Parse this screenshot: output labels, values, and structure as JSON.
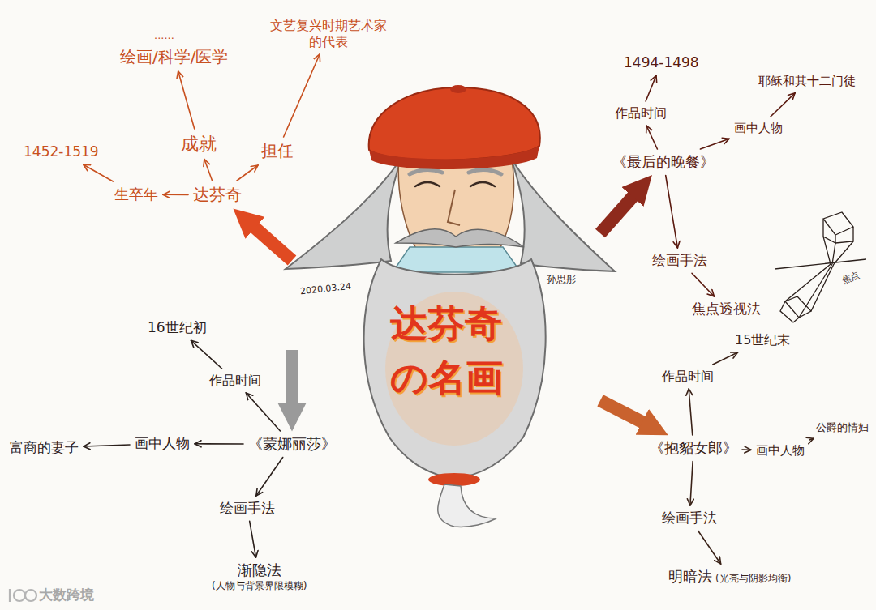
{
  "diagram": {
    "nodes": [
      {
        "text": [
          "达芬奇の名画"
        ]
      },
      {
        "text": [
          "达芬奇"
        ]
      },
      {
        "text": [
          "生卒年"
        ]
      },
      {
        "text": [
          "1452-1519"
        ]
      },
      {
        "text": [
          "成就"
        ]
      },
      {
        "text": [
          "绘画/科学/医学"
        ]
      },
      {
        "text": [
          "担任"
        ]
      },
      {
        "text": [
          "文艺复兴时期艺术家的代表"
        ]
      },
      {
        "text": [
          "《最后的晚餐》"
        ]
      },
      {
        "text": [
          "作品时间"
        ]
      },
      {
        "text": [
          "1494-1498"
        ]
      },
      {
        "text": [
          "画中人物"
        ]
      },
      {
        "text": [
          "耶稣和其十二门徒"
        ]
      },
      {
        "text": [
          "绘画手法"
        ]
      },
      {
        "text": [
          "焦点透视法"
        ]
      },
      {
        "text": [
          "《蒙娜丽莎》"
        ]
      },
      {
        "text": [
          "作品时间"
        ]
      },
      {
        "text": [
          "16世纪初"
        ]
      },
      {
        "text": [
          "画中人物"
        ]
      },
      {
        "text": [
          "富商的妻子"
        ]
      },
      {
        "text": [
          "绘画手法"
        ]
      },
      {
        "text": [
          "渐隐法",
          "(人物与背景界限模糊)"
        ]
      },
      {
        "text": [
          "《抱貂女郎》"
        ]
      },
      {
        "text": [
          "作品时间"
        ]
      },
      {
        "text": [
          "15世纪末"
        ]
      },
      {
        "text": [
          "画中人物"
        ]
      },
      {
        "text": [
          "公爵的情妇"
        ]
      },
      {
        "text": [
          "绘画手法"
        ]
      },
      {
        "text": [
          "明暗法",
          "(光亮与阴影均衡)"
        ]
      }
    ],
    "edges": [
      {
        "from": 0,
        "to": 1,
        "arrow": "to"
      },
      {
        "from": 0,
        "to": 8,
        "arrow": "to"
      },
      {
        "from": 0,
        "to": 15,
        "arrow": "to"
      },
      {
        "from": 0,
        "to": 22,
        "arrow": "to"
      },
      {
        "from": 1,
        "to": 2,
        "arrow": "to"
      },
      {
        "from": 2,
        "to": 3,
        "arrow": "to"
      },
      {
        "from": 1,
        "to": 4,
        "arrow": "to"
      },
      {
        "from": 4,
        "to": 5,
        "arrow": "to"
      },
      {
        "from": 1,
        "to": 6,
        "arrow": "to"
      },
      {
        "from": 6,
        "to": 7,
        "arrow": "to"
      },
      {
        "from": 8,
        "to": 9,
        "arrow": "to"
      },
      {
        "from": 9,
        "to": 10,
        "arrow": "to"
      },
      {
        "from": 8,
        "to": 11,
        "arrow": "to"
      },
      {
        "from": 11,
        "to": 12,
        "arrow": "to"
      },
      {
        "from": 8,
        "to": 13,
        "arrow": "to"
      },
      {
        "from": 13,
        "to": 14,
        "arrow": "to"
      },
      {
        "from": 15,
        "to": 16,
        "arrow": "to"
      },
      {
        "from": 16,
        "to": 17,
        "arrow": "to"
      },
      {
        "from": 15,
        "to": 18,
        "arrow": "to"
      },
      {
        "from": 18,
        "to": 19,
        "arrow": "to"
      },
      {
        "from": 15,
        "to": 20,
        "arrow": "to"
      },
      {
        "from": 20,
        "to": 21,
        "arrow": "to"
      },
      {
        "from": 22,
        "to": 23,
        "arrow": "to"
      },
      {
        "from": 23,
        "to": 24,
        "arrow": "to"
      },
      {
        "from": 22,
        "to": 25,
        "arrow": "to"
      },
      {
        "from": 25,
        "to": 26,
        "arrow": "to"
      },
      {
        "from": 22,
        "to": 27,
        "arrow": "to"
      },
      {
        "from": 27,
        "to": 28,
        "arrow": "to"
      }
    ],
    "labels": [
      "......",
      "2020.03.24",
      "孙思彤",
      "焦点",
      "大数跨境"
    ]
  }
}
